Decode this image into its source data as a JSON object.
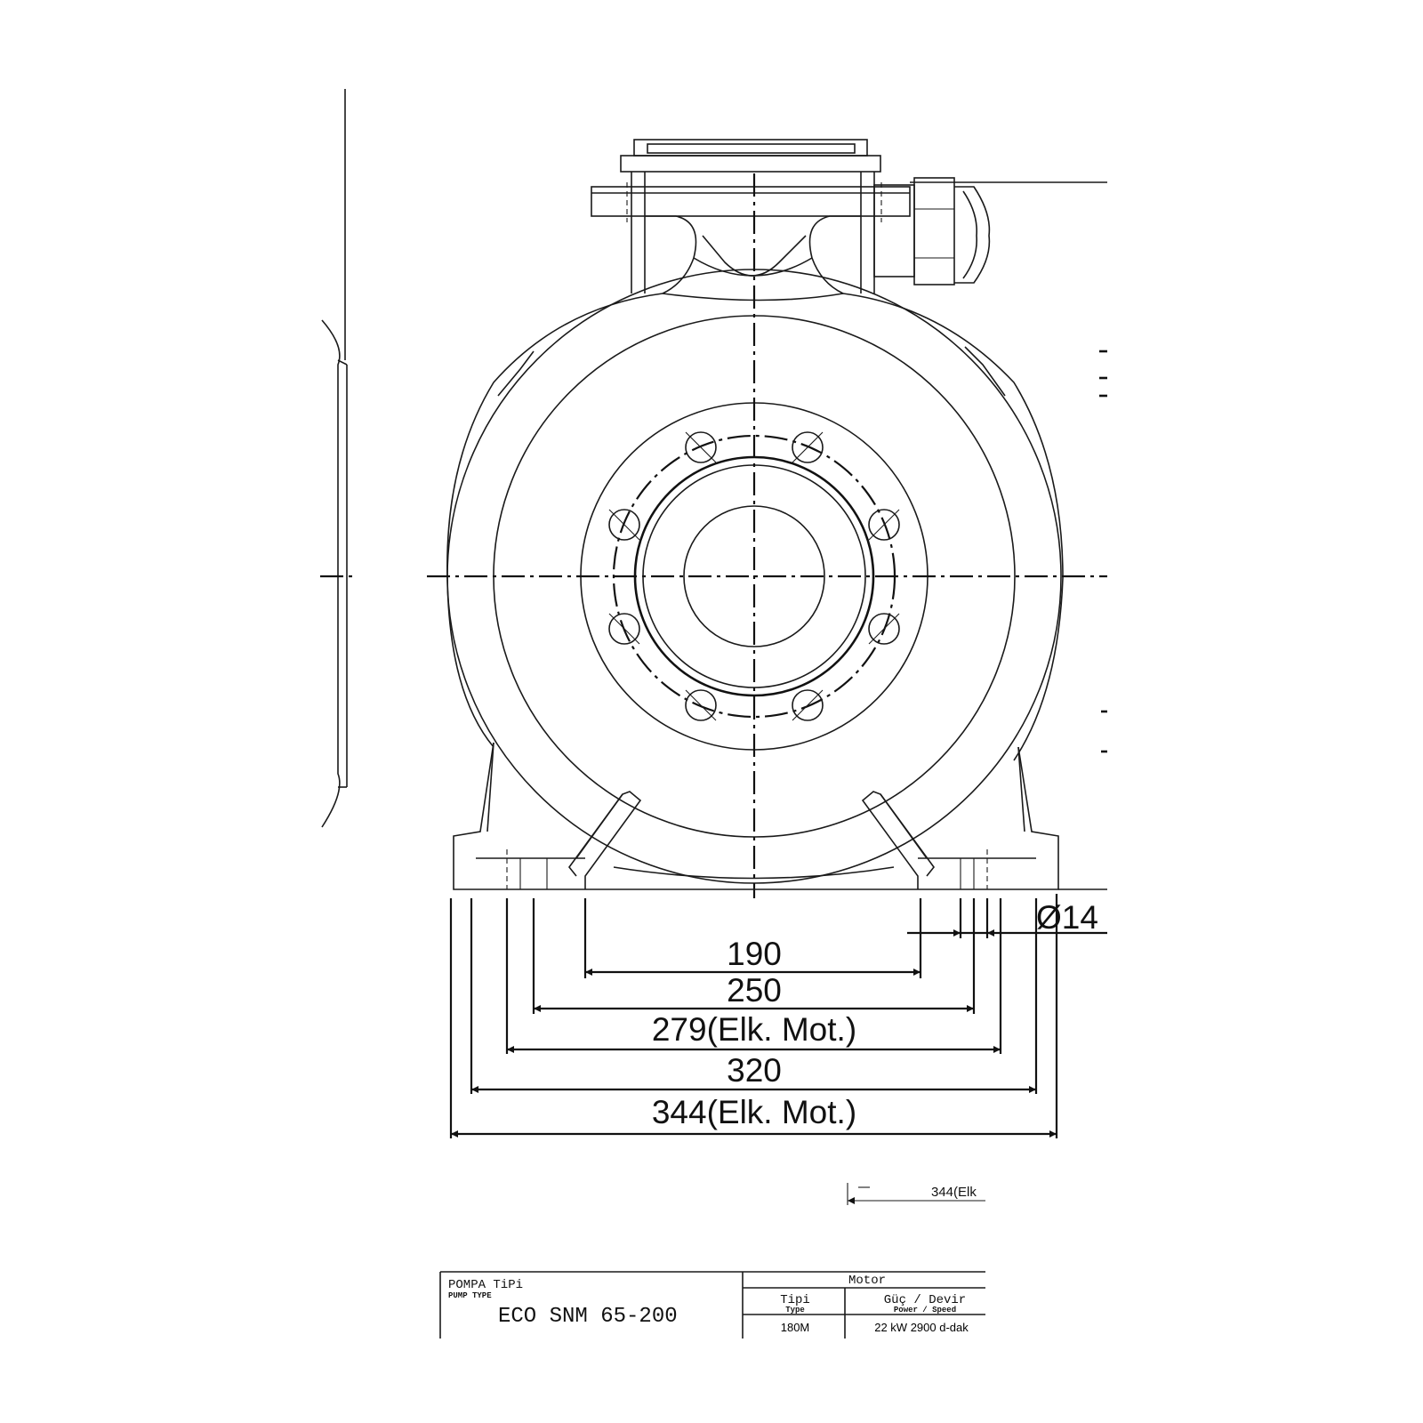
{
  "dimensions": {
    "d190": "190",
    "d250": "250",
    "d279": "279(Elk. Mot.)",
    "d320": "320",
    "d344": "344(Elk. Mot.)",
    "phi": "Ø14",
    "partial_344": "344(Elk"
  },
  "title_block": {
    "pump_type_label": "POMPA TiPi",
    "pump_type_sub": "PUMP TYPE",
    "pump_type_value": "ECO SNM 65-200",
    "motor_header": "Motor",
    "type_label": "Tipi",
    "type_sub": "Type",
    "type_value": "180M",
    "power_label": "Güç / Devir",
    "power_sub": "Power / Speed",
    "power_value": "22 kW 2900 d-dak"
  }
}
